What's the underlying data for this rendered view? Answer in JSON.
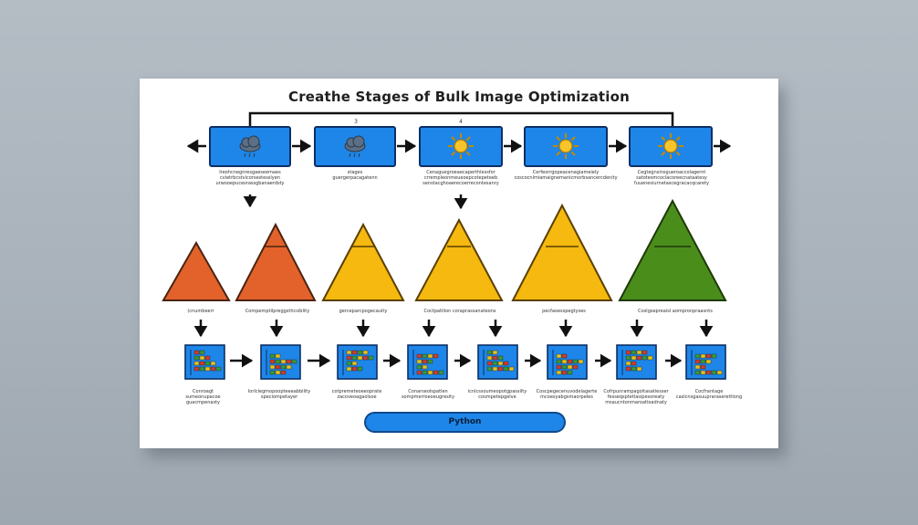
{
  "title": "Creathe Stages  of Bulk Image Optimization",
  "colors": {
    "stage_fill": "#1e86e8",
    "stage_border": "#0c2f66",
    "sun": "#f7c52a",
    "cloud": "#5b6f86",
    "tri_orange": "#e3622b",
    "tri_yellow": "#f5b90f",
    "tri_green": "#4b8d1b",
    "bar_red": "#d23c2c",
    "bar_green": "#3a9a3a",
    "bar_yellow": "#e8c21a"
  },
  "stages": [
    {
      "icon": "cloud-rain-icon",
      "number": "",
      "caption": "Ireohcnegnresgaeseemaes\ncvietrbcstvicorsestesslyen\nurwooepucesrassgbanaerdsty"
    },
    {
      "icon": "cloud-rain-icon",
      "number": "3",
      "caption": "stages\nguergerpacagatenn"
    },
    {
      "icon": "sun-icon",
      "number": "4",
      "caption": "Cenaguegroeaecaperthlessfor\ncrrempleonmeueoepcotepeteeb\nsenstacghoaerecoerrecontesanry"
    },
    {
      "icon": "sun-icon",
      "number": "",
      "caption": "Cerfeorrgopeacenagiameiely\ncoscocnlmiamaignemanicmorbsancercdenity"
    },
    {
      "icon": "sun-icon",
      "number": "",
      "caption": "Cegtegnsinsgueroaccolagernt\nsatotesmcoclacoreecnataatesy\nfuuenesiurnetascegracacqcarety"
    }
  ],
  "triangle_labels": [
    "(cnumbeerr",
    "Compemptilpreggsthcsiblity",
    "gerceparcpogecauity",
    "Coctpatilion coraprassanateons",
    "pecfaoesspegtyses",
    "Coslgsepreaisl aompronpraasnts"
  ],
  "chart_captions": [
    "Conroagt\nsumeonupacoe\nguacmpenasty",
    "Iorlclegmopoopteeaabbility\nspeciompetayer",
    "cotpremeteoeeoprate\nzacoveoagaolsoe",
    "Conarseolspatlen\nsompmerroeoeugresity",
    "icnlcssoumeopotgpassilty\ncosmpetepgelve",
    "Coscpegecenuvodelagerte\nmcoesyabgsmaorpeles",
    "Cofrpunrampagoitasatiesser\nfesseqsptetlasipesoreaty\nmsaucntonmaroaltoadnaty",
    "Cocfrantage\ncaslcnsgasuupraraserettlong"
  ],
  "python_label": "Python"
}
